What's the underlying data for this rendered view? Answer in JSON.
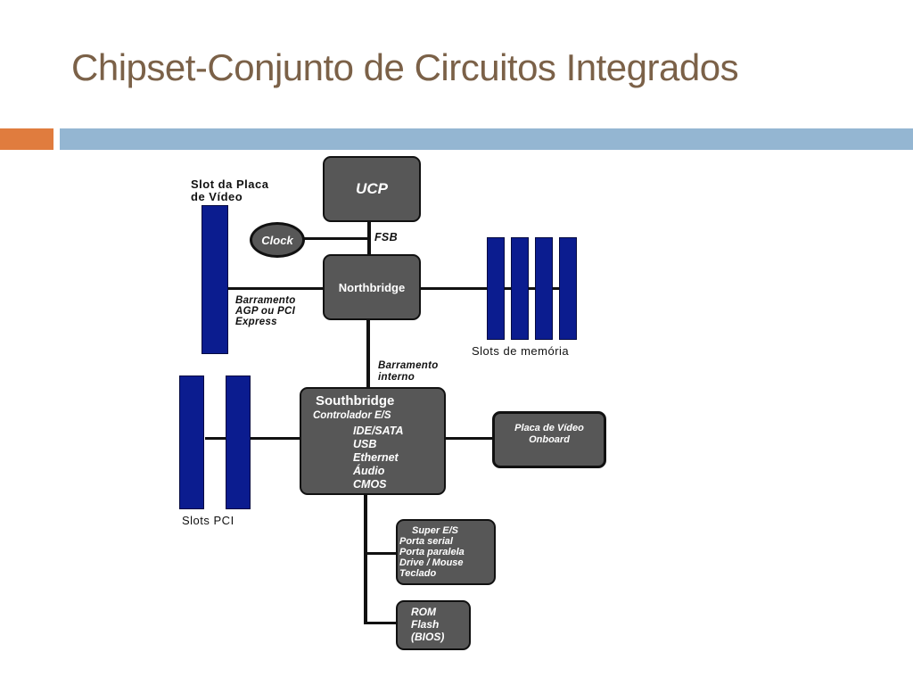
{
  "slide": {
    "title": "Chipset-Conjunto de Circuitos Integrados"
  },
  "diagram": {
    "ucp": "UCP",
    "clock": "Clock",
    "fsb": "FSB",
    "northbridge": "Northbridge",
    "video_slot_label": [
      "Slot da Placa",
      "de Vídeo"
    ],
    "agp_bus_label": [
      "Barramento",
      "AGP ou PCI",
      "Express"
    ],
    "memory_slots_label": "Slots de memória",
    "internal_bus_label": [
      "Barramento",
      "interno"
    ],
    "southbridge": {
      "title": "Southbridge",
      "subtitle": "Controlador E/S",
      "items": [
        "IDE/SATA",
        "USB",
        "Ethernet",
        "Áudio",
        "CMOS"
      ]
    },
    "onboard_video": [
      "Placa de Vídeo",
      "Onboard"
    ],
    "pci_slots_label": "Slots PCI",
    "super_io": {
      "title": "Super E/S",
      "items": [
        "Porta serial",
        "Porta paralela",
        "Drive / Mouse",
        "Teclado"
      ]
    },
    "rom": [
      "ROM",
      "Flash",
      "(BIOS)"
    ]
  },
  "colors": {
    "title": "#7b6148",
    "orange_bar": "#e07c3e",
    "blue_bar": "#94b6d2",
    "box_fill": "#575757",
    "slot_fill": "#0b1c8f"
  }
}
